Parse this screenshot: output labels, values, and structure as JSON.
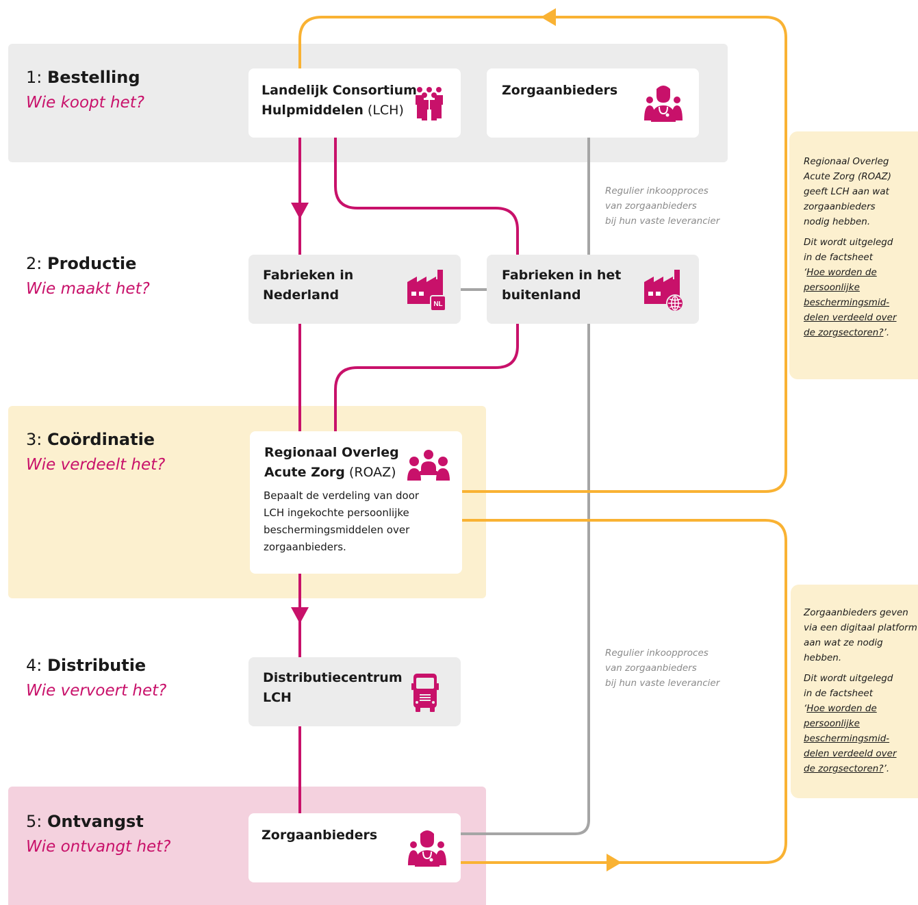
{
  "colors": {
    "magenta": "#c8116a",
    "orange": "#f9b233",
    "grey_line": "#a5a5a5",
    "band_grey": "#ececec",
    "band_yellow": "#fcf0cf",
    "band_pink": "#f4d1de"
  },
  "steps": [
    {
      "num": "1: ",
      "label": "Bestelling",
      "question": "Wie koopt het?"
    },
    {
      "num": "2: ",
      "label": "Productie",
      "question": "Wie maakt het?"
    },
    {
      "num": "3: ",
      "label": "Coördinatie",
      "question": "Wie verdeelt het?"
    },
    {
      "num": "4: ",
      "label": "Distributie",
      "question": "Wie vervoert het?"
    },
    {
      "num": "5: ",
      "label": "Ontvangst",
      "question": "Wie ontvangt het?"
    }
  ],
  "boxes": {
    "lch": {
      "title_line1": "Landelijk Consortium",
      "title_line2": "Hulpmiddelen",
      "abbr": " (LCH)",
      "icon": "group-icon"
    },
    "zorg_top": {
      "title": "Zorgaanbieders",
      "icon": "care-provider-icon"
    },
    "fab_nl": {
      "title_line1": "Fabrieken in",
      "title_line2": "Nederland",
      "icon": "factory-nl-icon",
      "badge": "NL"
    },
    "fab_buiten": {
      "title_line1": "Fabrieken in het",
      "title_line2": "buitenland",
      "icon": "factory-globe-icon"
    },
    "roaz": {
      "title_line1": "Regionaal Overleg",
      "title_line2": "Acute Zorg",
      "abbr": " (ROAZ)",
      "icon": "meeting-icon",
      "desc": [
        "Bepaalt de verdeling van door",
        "LCH ingekochte persoonlijke",
        "beschermingsmiddelen over",
        "zorgaanbieders."
      ]
    },
    "dc": {
      "title_line1": "Distributiecentrum",
      "title_line2": "LCH",
      "icon": "truck-icon"
    },
    "zorg_bottom": {
      "title": "Zorgaanbieders",
      "icon": "care-provider-icon"
    }
  },
  "notes": {
    "top": [
      "Regulier inkoopproces",
      "van zorgaanbieders",
      "bij hun vaste leverancier"
    ],
    "bottom": [
      "Regulier inkoopproces",
      "van zorgaanbieders",
      "bij hun vaste leverancier"
    ]
  },
  "side_notes": {
    "top": {
      "lines": [
        "Regionaal Overleg",
        "Acute Zorg (ROAZ)",
        "geeft LCH aan wat",
        "zorgaanbieders",
        "nodig hebben."
      ],
      "lines2": [
        "Dit wordt uitgelegd",
        "in de factsheet"
      ],
      "quote_open": "‘",
      "link": [
        "Hoe worden de",
        "persoonlijke",
        "beschermingsmid-",
        "delen verdeeld over",
        "de zorgsectoren?"
      ],
      "quote_close": "’."
    },
    "bottom": {
      "lines": [
        "Zorgaanbieders geven",
        "via een digitaal platform",
        "aan wat ze nodig hebben."
      ],
      "lines2": [
        "Dit wordt uitgelegd",
        "in de factsheet"
      ],
      "quote_open": "‘",
      "link": [
        "Hoe worden de",
        "persoonlijke",
        "beschermingsmid-",
        "delen verdeeld over",
        "de zorgsectoren?"
      ],
      "quote_close": "’."
    }
  }
}
